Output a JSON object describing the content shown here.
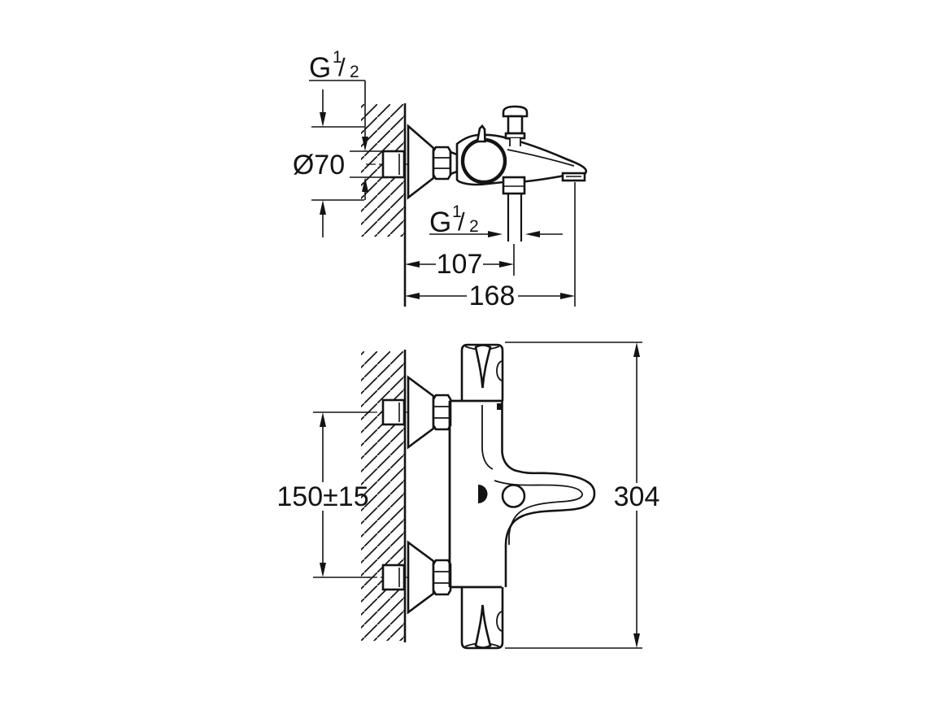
{
  "page": {
    "background": "#ffffff",
    "ink": "#141414"
  },
  "side_view": {
    "labels": {
      "thread_top_main": "G",
      "thread_top_sup": "1",
      "thread_top_slash": "/",
      "thread_top_sub": "2",
      "escutcheon_diameter": "Ø70",
      "thread_shower_main": "G",
      "thread_shower_sup": "1",
      "thread_shower_slash": "/",
      "thread_shower_sub": "2",
      "wall_to_shower_outlet": "107",
      "wall_to_spout_tip": "168"
    }
  },
  "front_view": {
    "labels": {
      "inlet_spacing": "150±15",
      "overall_height": "304"
    }
  }
}
